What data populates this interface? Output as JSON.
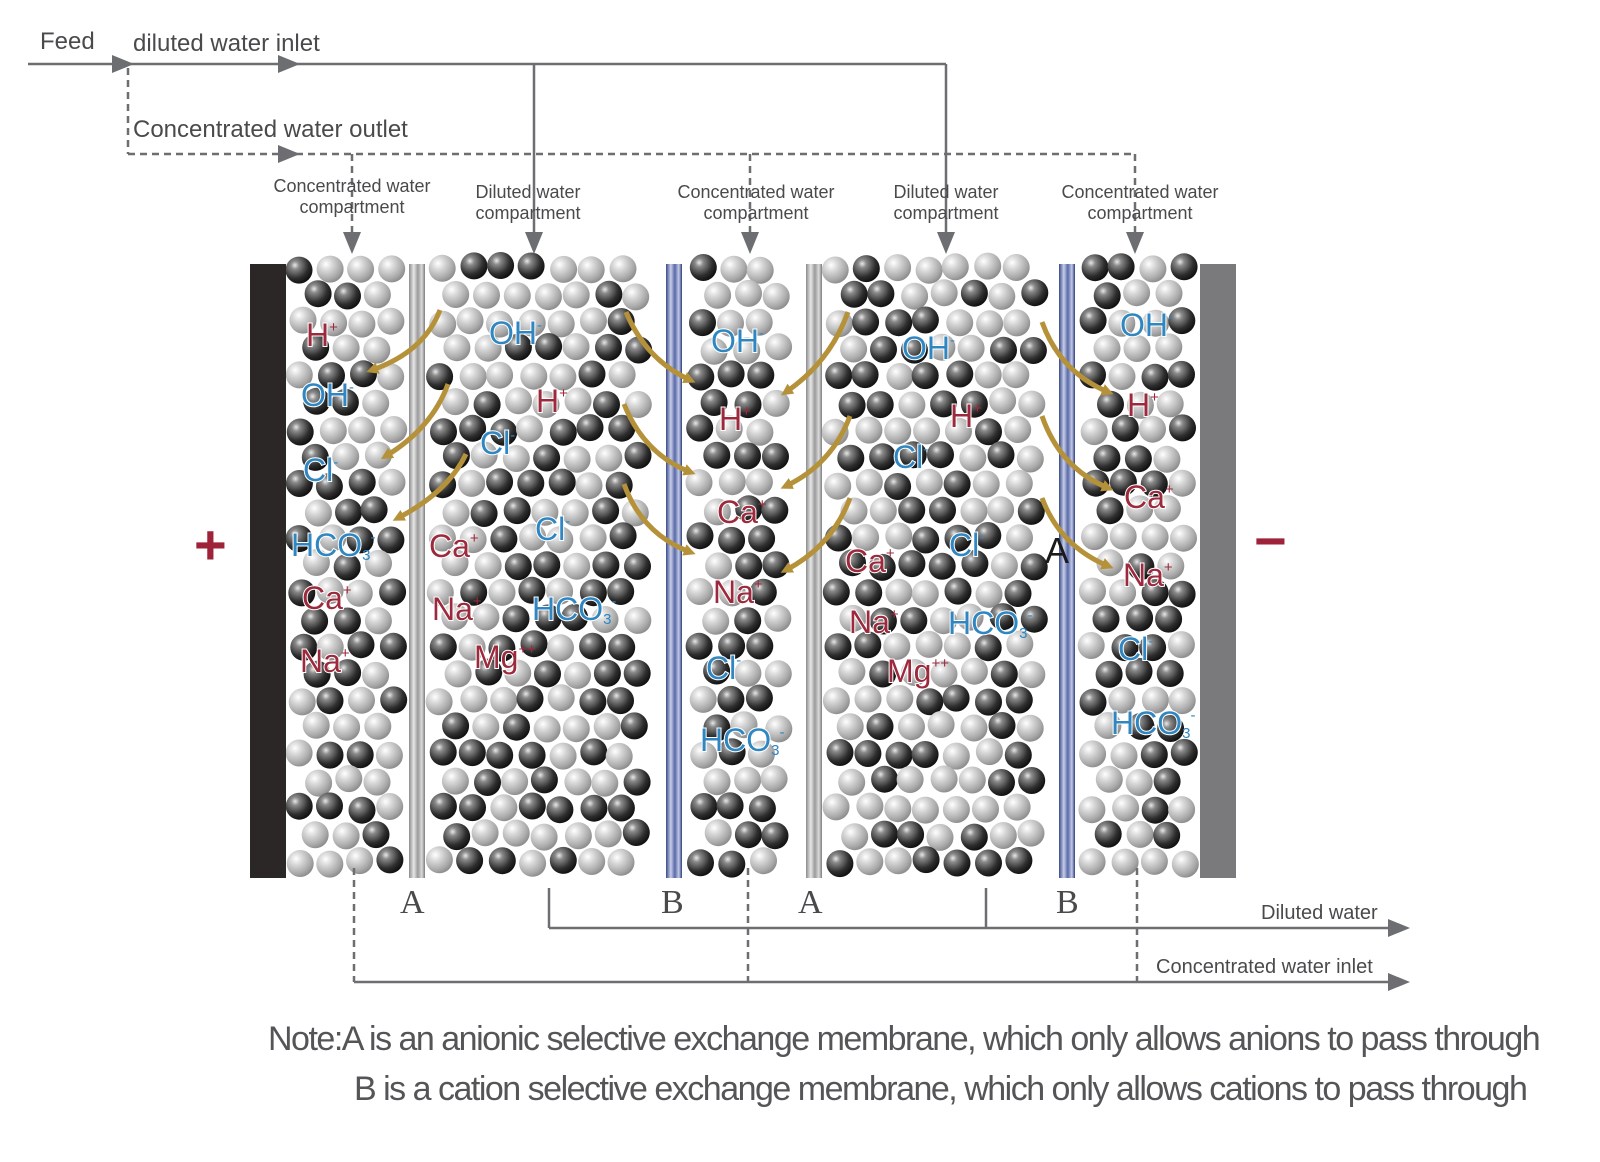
{
  "flow_labels": {
    "feed": "Feed",
    "diluted_inlet": "diluted water inlet",
    "concentrated_outlet": "Concentrated water outlet",
    "diluted_water": "Diluted water",
    "concentrated_inlet": "Concentrated water inlet"
  },
  "compartments": [
    {
      "label": "Concentrated water compartment"
    },
    {
      "label": "Diluted water compartment"
    },
    {
      "label": "Concentrated water compartment"
    },
    {
      "label": "Diluted water compartment"
    },
    {
      "label": "Concentrated water compartment"
    }
  ],
  "membranes": [
    "A",
    "B",
    "A",
    "B"
  ],
  "electrodes": {
    "positive": "+",
    "negative": "−"
  },
  "inner_marker": "A",
  "ions": [
    {
      "base": "H",
      "sup": "+",
      "sub": "",
      "kind": "cation"
    },
    {
      "base": "OH",
      "sup": "-",
      "sub": "",
      "kind": "anion"
    },
    {
      "base": "Cl",
      "sup": "-",
      "sub": "",
      "kind": "anion"
    },
    {
      "base": "HCO",
      "sup": "-",
      "sub": "3",
      "kind": "anion"
    },
    {
      "base": "Ca",
      "sup": "+",
      "sub": "",
      "kind": "cation"
    },
    {
      "base": "Na",
      "sup": "+",
      "sub": "",
      "kind": "cation"
    },
    {
      "base": "OH",
      "sup": "-",
      "sub": "",
      "kind": "anion"
    },
    {
      "base": "H",
      "sup": "+",
      "sub": "",
      "kind": "cation"
    },
    {
      "base": "Cl",
      "sup": "-",
      "sub": "",
      "kind": "anion"
    },
    {
      "base": "Ca",
      "sup": "+",
      "sub": "",
      "kind": "cation"
    },
    {
      "base": "Cl",
      "sup": "-",
      "sub": "",
      "kind": "anion"
    },
    {
      "base": "Na",
      "sup": "+",
      "sub": "",
      "kind": "cation"
    },
    {
      "base": "HCO",
      "sup": "-",
      "sub": "3",
      "kind": "anion"
    },
    {
      "base": "Mg",
      "sup": "++",
      "sub": "",
      "kind": "cation"
    },
    {
      "base": "OH",
      "sup": "-",
      "sub": "",
      "kind": "anion"
    },
    {
      "base": "H",
      "sup": "+",
      "sub": "",
      "kind": "cation"
    },
    {
      "base": "Ca",
      "sup": "+",
      "sub": "",
      "kind": "cation"
    },
    {
      "base": "Na",
      "sup": "+",
      "sub": "",
      "kind": "cation"
    },
    {
      "base": "Cl",
      "sup": "-",
      "sub": "",
      "kind": "anion"
    },
    {
      "base": "HCO",
      "sup": "-",
      "sub": "3",
      "kind": "anion"
    },
    {
      "base": "OH",
      "sup": "-",
      "sub": "",
      "kind": "anion"
    },
    {
      "base": "H",
      "sup": "+",
      "sub": "",
      "kind": "cation"
    },
    {
      "base": "Cl",
      "sup": "-",
      "sub": "",
      "kind": "anion"
    },
    {
      "base": "Cl",
      "sup": "-",
      "sub": "",
      "kind": "anion"
    },
    {
      "base": "Ca",
      "sup": "+",
      "sub": "",
      "kind": "cation"
    },
    {
      "base": "Na",
      "sup": "+",
      "sub": "",
      "kind": "cation"
    },
    {
      "base": "HCO",
      "sup": "-",
      "sub": "3",
      "kind": "anion"
    },
    {
      "base": "Mg",
      "sup": "++",
      "sub": "",
      "kind": "cation"
    },
    {
      "base": "OH",
      "sup": "-",
      "sub": "",
      "kind": "anion"
    },
    {
      "base": "H",
      "sup": "+",
      "sub": "",
      "kind": "cation"
    },
    {
      "base": "Ca",
      "sup": "+",
      "sub": "",
      "kind": "cation"
    },
    {
      "base": "Na",
      "sup": "+",
      "sub": "",
      "kind": "cation"
    },
    {
      "base": "Cl",
      "sup": "-",
      "sub": "",
      "kind": "anion"
    },
    {
      "base": "HCO",
      "sup": "-",
      "sub": "3",
      "kind": "anion"
    }
  ],
  "note": {
    "line1": "Note:A is an anionic selective exchange membrane, which only allows anions to pass through",
    "line2": "B is a cation selective exchange membrane, which only allows cations to pass through"
  },
  "colors": {
    "cation": "#9c2a3c",
    "anion": "#2f86c0",
    "arrow": "#b5923a",
    "pipe": "#6d6e71",
    "anode": "#2b2727",
    "cathode": "#7a797c"
  }
}
